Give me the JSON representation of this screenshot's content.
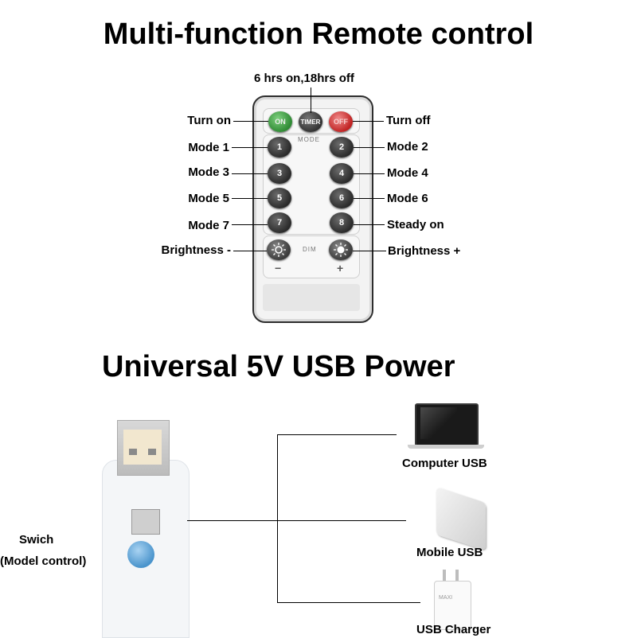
{
  "titles": {
    "remote": "Multi-function Remote control",
    "usb": "Universal 5V USB Power"
  },
  "remote_labels": {
    "timer_note": "6 hrs on,18hrs off",
    "turn_on": "Turn on",
    "turn_off": "Turn off",
    "mode1": "Mode 1",
    "mode2": "Mode 2",
    "mode3": "Mode 3",
    "mode4": "Mode 4",
    "mode5": "Mode 5",
    "mode6": "Mode 6",
    "mode7": "Mode 7",
    "steady": "Steady on",
    "bright_minus": "Brightness -",
    "bright_plus": "Brightness +"
  },
  "remote_keys": {
    "on": "ON",
    "timer": "TIMER",
    "off": "OFF",
    "mode_caption": "MODE",
    "k1": "1",
    "k2": "2",
    "k3": "3",
    "k4": "4",
    "k5": "5",
    "k6": "6",
    "k7": "7",
    "k8": "8",
    "dim_caption": "DIM",
    "minus": "−",
    "plus": "+"
  },
  "usb": {
    "switch_label": "Swich",
    "switch_sub": "(Model control)",
    "computer": "Computer USB",
    "mobile": "Mobile USB",
    "charger": "USB Charger",
    "charger_logo": "MAXI"
  },
  "colors": {
    "on_key": "#2f8a34",
    "off_key": "#c02222",
    "button_blue": "#4a94cc"
  }
}
